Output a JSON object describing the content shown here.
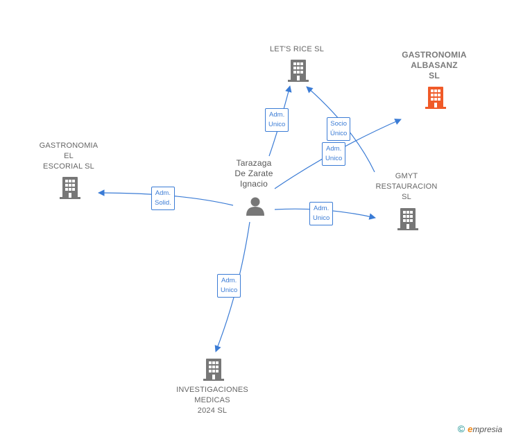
{
  "colors": {
    "edge": "#3a7bd5",
    "company": "#777777",
    "company_highlight": "#f05a28",
    "person": "#777777"
  },
  "nodes": {
    "lets_rice": {
      "label": "LET'S RICE  SL",
      "icon": "building-icon"
    },
    "albasanz": {
      "label": "GASTRONOMIA\nALBASANZ\nSL",
      "icon": "building-icon"
    },
    "escorial": {
      "label": "GASTRONOMIA\nEL\nESCORIAL  SL",
      "icon": "building-icon"
    },
    "gmyt": {
      "label": "GMYT\nRESTAURACION\nSL",
      "icon": "building-icon"
    },
    "investigaciones": {
      "label": "INVESTIGACIONES\nMEDICAS\n2024  SL",
      "icon": "building-icon"
    },
    "person": {
      "label": "Tarazaga\nDe Zarate\nIgnacio",
      "icon": "person-icon"
    }
  },
  "edges": {
    "to_lets_rice": "Adm.\nUnico",
    "gmyt_to_lets_rice": "Socio\nÚnico",
    "to_albasanz": "Adm.\nUnico",
    "to_escorial": "Adm.\nSolid.",
    "to_gmyt": "Adm.\nUnico",
    "to_investigaciones": "Adm.\nUnico"
  },
  "footer": {
    "copyright": "©",
    "brand_initial": "e",
    "brand_rest": "mpresia"
  }
}
